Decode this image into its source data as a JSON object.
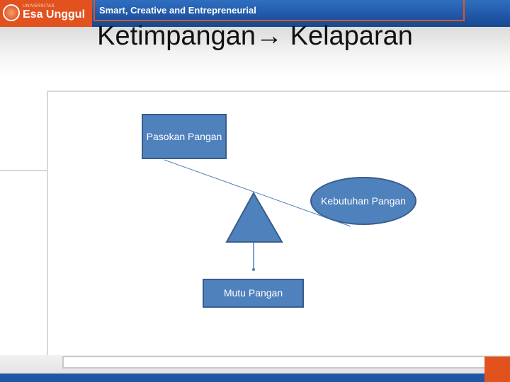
{
  "header": {
    "logo_university": "UNIVERSITAS",
    "logo_name": "Esa Unggul",
    "tagline": "Smart, Creative and Entrepreneurial"
  },
  "slide": {
    "title": "Ketimpangan→ Kelaparan"
  },
  "diagram": {
    "nodes": {
      "pasokan": "Pasokan Pangan",
      "kebutuhan": "Kebutuhan Pangan",
      "mutu": "Mutu Pangan"
    },
    "colors": {
      "fill": "#4f81bd",
      "border": "#385d8a",
      "connector": "#4a7ebb"
    }
  }
}
